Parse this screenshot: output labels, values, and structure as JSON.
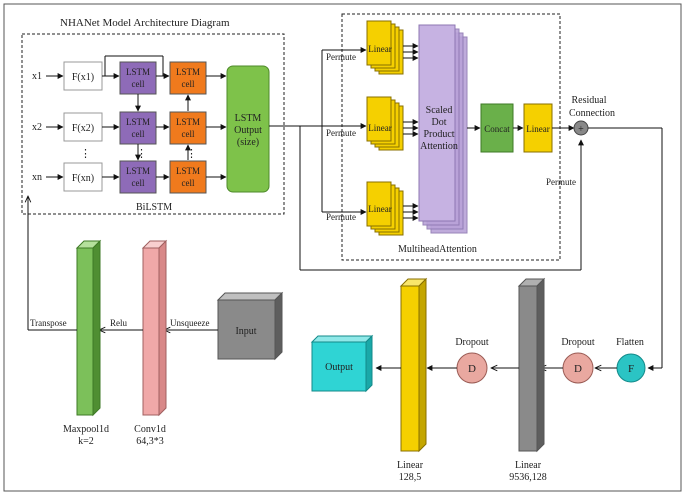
{
  "title": "NHANet Model Architecture Diagram",
  "bilstm": {
    "section_label": "BiLSTM",
    "inputs": [
      "x1",
      "x2",
      "xn"
    ],
    "features": [
      "F(x1)",
      "F(x2)",
      "F(xn)"
    ],
    "dots": "⋮",
    "lstm_cell_line1": "LSTM",
    "lstm_cell_line2": "cell",
    "output_lines": [
      "LSTM",
      "Output",
      "(size)"
    ]
  },
  "attention": {
    "section_label": "MultiheadAttention",
    "permute": "Permute",
    "linear": "Linear",
    "sdpa_lines": [
      "Scaled",
      "Dot",
      "Product",
      "Attention"
    ],
    "concat": "Concat",
    "linear_out": "Linear"
  },
  "residual": {
    "label_lines": [
      "Residual",
      "Connection"
    ],
    "symbol": "+",
    "permute": "Permute"
  },
  "bottom": {
    "flatten": "Flatten",
    "flatten_symbol": "F",
    "dropout": "Dropout",
    "dropout_symbol": "D",
    "linear1_lines": [
      "Linear",
      "9536,128"
    ],
    "linear2_lines": [
      "Linear",
      "128,5"
    ],
    "output": "Output",
    "input": "Input",
    "unsqueeze": "Unsqueeze",
    "conv1d_lines": [
      "Conv1d",
      "64,3*3"
    ],
    "relu": "Relu",
    "maxpool_lines": [
      "Maxpool1d",
      "k=2"
    ],
    "transpose": "Transpose"
  },
  "colors": {
    "lstm_purple": "#8e6bb8",
    "lstm_orange": "#f07a1d",
    "lstm_output_green": "#7ec24a",
    "linear_yellow": "#f5d000",
    "sdpa_lavender": "#b9a2d8",
    "concat_green": "#6ab04a",
    "dropout_pink": "#e9a8a0",
    "flatten_teal": "#2bc4c4",
    "output_cyan": "#2fd4d4",
    "input_gray": "#8a8a8a",
    "conv_pink": "#f0a8a8",
    "maxpool_green": "#7cc05a",
    "bar_gray": "#8a8a8a"
  }
}
